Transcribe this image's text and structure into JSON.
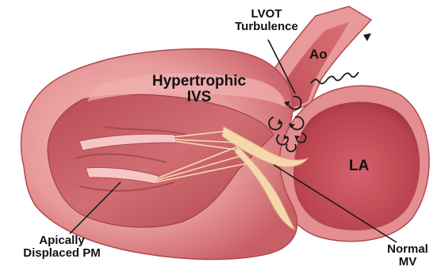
{
  "labels": {
    "lvot_line1": "LVOT",
    "lvot_line2": "Turbulence",
    "ao": "Ao",
    "ivs_line1": "Hypertrophic",
    "ivs_line2": "IVS",
    "la": "LA",
    "pm_line1": "Apically",
    "pm_line2": "Displaced PM",
    "mv_line1": "Normal",
    "mv_line2": "MV"
  },
  "colors": {
    "background": "#ffffff",
    "myocardium": "#e58a8c",
    "myocardium_dark": "#b9474f",
    "myocardium_light": "#f4b8b6",
    "cavity": "#c75860",
    "valve": "#f3d3a6",
    "label_text": "#111111"
  }
}
